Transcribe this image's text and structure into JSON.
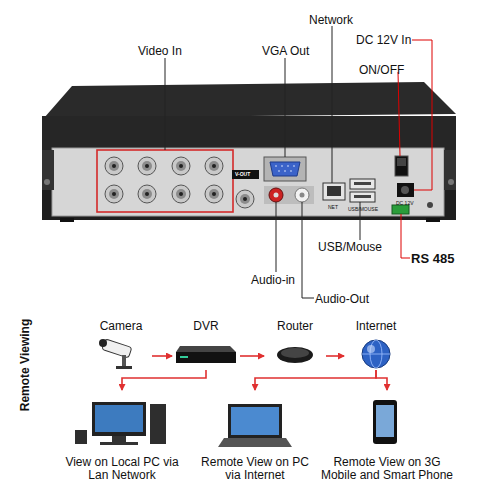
{
  "diagram": {
    "nodes": [
      {
        "text": [
          "Camera"
        ]
      },
      {
        "text": [
          "DVR"
        ]
      },
      {
        "text": [
          "Router"
        ]
      },
      {
        "text": [
          "Internet"
        ]
      },
      {
        "text": [
          "View on Local PC via Lan Network"
        ]
      },
      {
        "text": [
          "Remote View on PC via Internet"
        ]
      },
      {
        "text": [
          "Remote View on 3G Mobile and Smart Phone"
        ]
      }
    ],
    "edges": [
      {
        "from": 0,
        "to": 1,
        "arrow": "to"
      },
      {
        "from": 1,
        "to": 2,
        "arrow": "to"
      },
      {
        "from": 2,
        "to": 3,
        "arrow": "to"
      },
      {
        "from": 1,
        "to": 4,
        "arrow": "to"
      },
      {
        "from": 3,
        "to": 5,
        "arrow": "to"
      },
      {
        "from": 3,
        "to": 6,
        "arrow": "to"
      }
    ],
    "labels": [
      "Video In",
      "VGA Out",
      "Network",
      "DC 12V In",
      "ON/OFF",
      "USB/Mouse",
      "RS 485",
      "Audio-in",
      "Audio-Out",
      "Remote Viewing",
      "V-OUT",
      "NET",
      "USB/MOUSE",
      "DC 12V"
    ]
  }
}
